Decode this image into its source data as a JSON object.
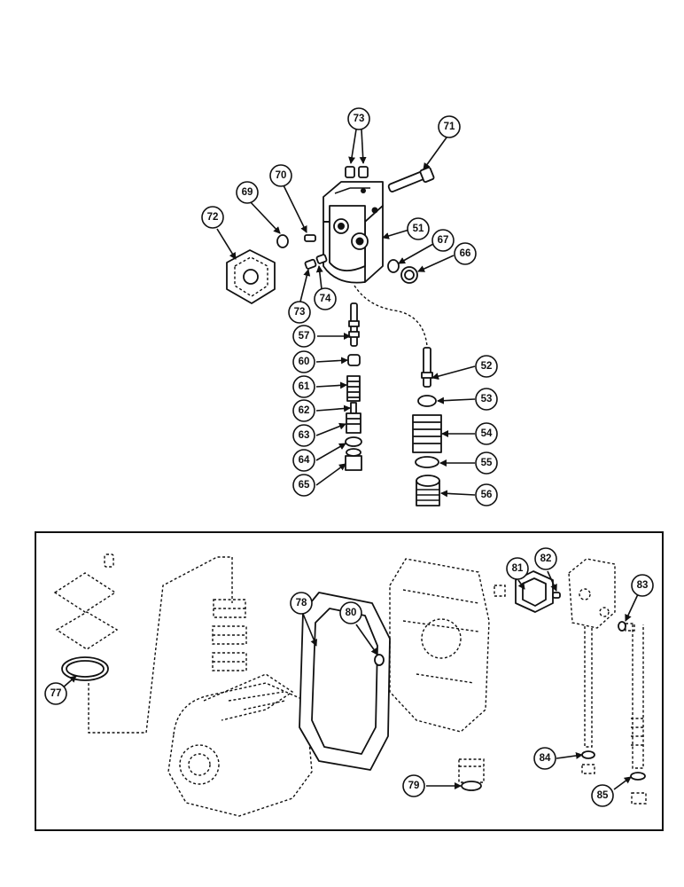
{
  "callouts": {
    "c51": "51",
    "c52": "52",
    "c53": "53",
    "c54": "54",
    "c55": "55",
    "c56": "56",
    "c57": "57",
    "c60": "60",
    "c61": "61",
    "c62": "62",
    "c63": "63",
    "c64": "64",
    "c65": "65",
    "c66": "66",
    "c67": "67",
    "c69": "69",
    "c70": "70",
    "c71": "71",
    "c72": "72",
    "c73a": "73",
    "c73b": "73",
    "c74": "74",
    "c77": "77",
    "c78": "78",
    "c79": "79",
    "c80": "80",
    "c81": "81",
    "c82": "82",
    "c83": "83",
    "c84": "84",
    "c85": "85"
  }
}
